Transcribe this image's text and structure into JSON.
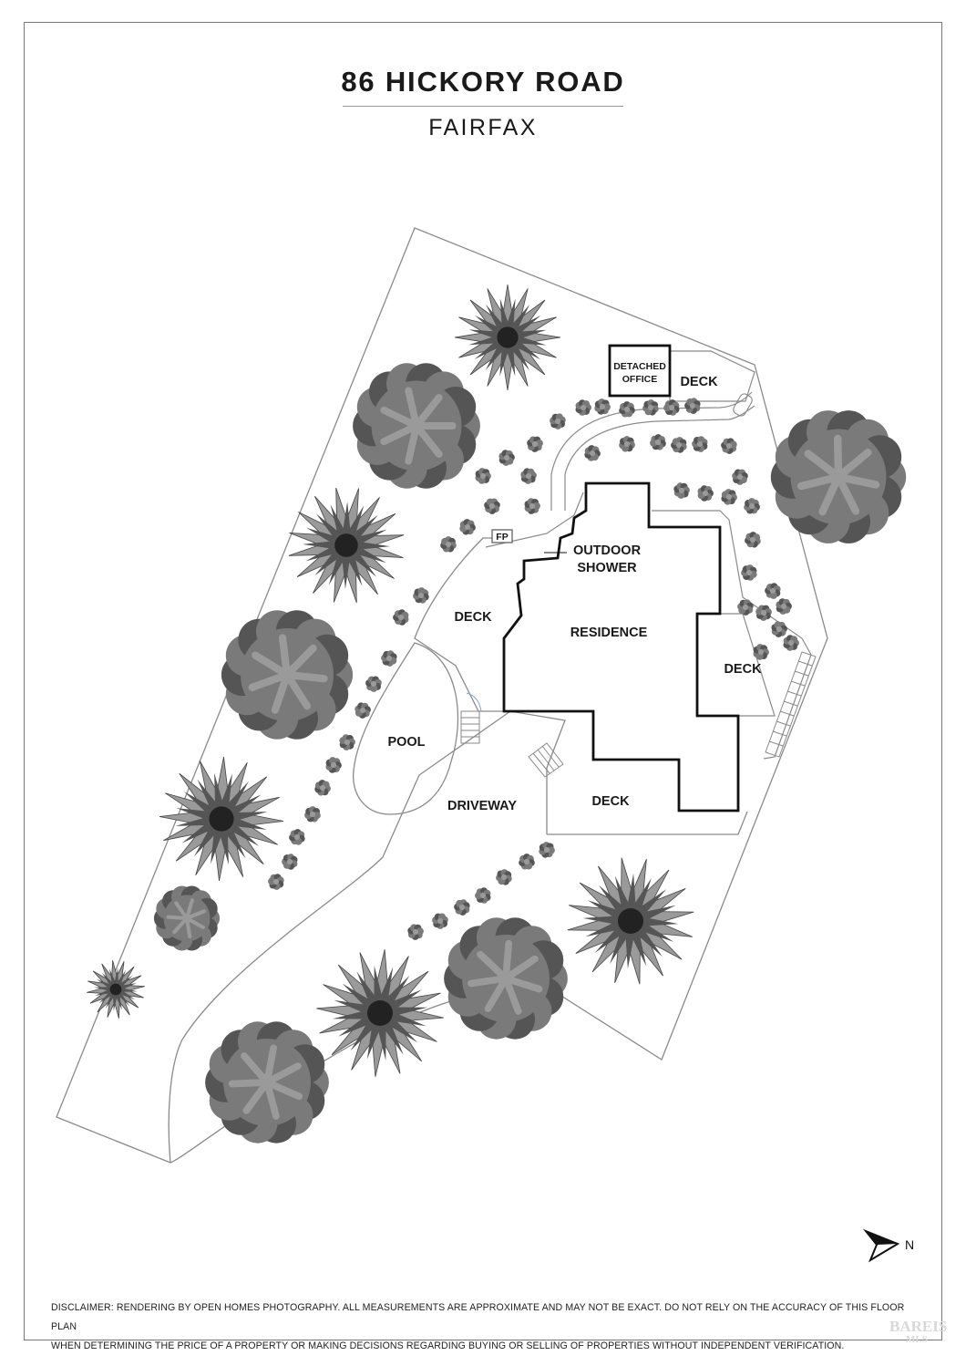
{
  "header": {
    "title": "86 HICKORY ROAD",
    "subtitle": "FAIRFAX"
  },
  "labels": {
    "detached_office_line1": "DETACHED",
    "detached_office_line2": "OFFICE",
    "deck_top": "DECK",
    "fp": "FP",
    "outdoor_line1": "OUTDOOR",
    "outdoor_line2": "SHOWER",
    "deck_left": "DECK",
    "residence": "RESIDENCE",
    "deck_right": "DECK",
    "pool": "POOL",
    "driveway": "DRIVEWAY",
    "deck_bottom": "DECK"
  },
  "compass": {
    "letter": "N"
  },
  "footer": {
    "disclaimer_line1": "DISCLAIMER: RENDERING BY OPEN HOMES PHOTOGRAPHY. ALL MEASUREMENTS ARE APPROXIMATE AND MAY NOT BE EXACT. DO NOT RELY ON THE ACCURACY OF THIS FLOOR PLAN",
    "disclaimer_line2": "WHEN DETERMINING THE PRICE OF A PROPERTY OR MAKING DECISIONS REGARDING BUYING OR SELLING OF PROPERTIES WITHOUT INDEPENDENT VERIFICATION."
  },
  "watermark": {
    "line1": "BAREIS",
    "line2": "MLS"
  },
  "colors": {
    "tree_dark": "#555555",
    "tree_mid": "#7a7a7a",
    "tree_light": "#9a9a9a",
    "outline": "#8a8a8a",
    "building": "#111111"
  }
}
